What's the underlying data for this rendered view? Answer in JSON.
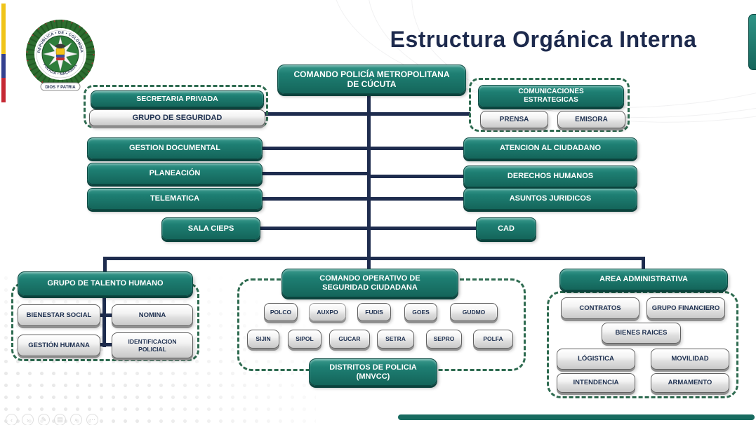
{
  "title": "Estructura Orgánica Interna",
  "colors": {
    "teal": "#1b7a6e",
    "navy": "#1e2c4e",
    "dash_green": "#2e6b50",
    "bar_teal": "#176b60",
    "flag_yellow": "#f0c419",
    "flag_blue": "#33408f",
    "flag_red": "#c62833"
  },
  "logo": {
    "ring_top": "REPUBLICA • DE • COLOMBIA",
    "ring_bottom": "POLICIA • NACIONAL",
    "banner": "DIOS Y PATRIA"
  },
  "root": {
    "line1": "COMANDO POLICÍA METROPOLITANA",
    "line2": "DE CÚCUTA"
  },
  "groups": {
    "secretaria": {
      "items": [
        "SECRETARIA PRIVADA",
        "GRUPO DE SEGURIDAD"
      ]
    },
    "comunicaciones": {
      "line1": "COMUNICACIONES",
      "line2": "ESTRATEGICAS",
      "children": [
        "PRENSA",
        "EMISORA"
      ]
    }
  },
  "left_column": [
    "GESTION DOCUMENTAL",
    "PLANEACIÓN",
    "TELEMATICA",
    "SALA CIEPS"
  ],
  "right_column": [
    "ATENCION AL CIUDADANO",
    "DERECHOS HUMANOS",
    "ASUNTOS JURIDICOS",
    "CAD"
  ],
  "talento": {
    "header": "GRUPO DE TALENTO HUMANO",
    "items": [
      "BIENESTAR SOCIAL",
      "NOMINA",
      "GESTIÓN HUMANA",
      "IDENTIFICACION POLICIAL"
    ]
  },
  "operativo": {
    "header_line1": "COMANDO OPERATIVO DE",
    "header_line2": "SEGURIDAD CIUDADANA",
    "row1": [
      "POLCO",
      "AUXPO",
      "FUDIS",
      "GOES",
      "GUDMO"
    ],
    "row2": [
      "SIJIN",
      "SIPOL",
      "GUCAR",
      "SETRA",
      "SEPRO",
      "POLFA"
    ],
    "footer_line1": "DISTRITOS DE POLICIA",
    "footer_line2": "(MNVCC)"
  },
  "administrativa": {
    "header": "AREA ADMINISTRATIVA",
    "items": [
      "CONTRATOS",
      "GRUPO FINANCIERO",
      "BIENES RAICES",
      "LÓGISTICA",
      "MOVILIDAD",
      "INTENDENCIA",
      "ARMAMENTO"
    ]
  },
  "nav": {
    "icons": [
      {
        "name": "back",
        "glyph": "‹"
      },
      {
        "name": "forward",
        "glyph": "›"
      },
      {
        "name": "pen",
        "glyph": "✎"
      },
      {
        "name": "grid",
        "glyph": "▤"
      },
      {
        "name": "zoom",
        "glyph": "⌕"
      },
      {
        "name": "more",
        "glyph": "⋯"
      }
    ]
  }
}
